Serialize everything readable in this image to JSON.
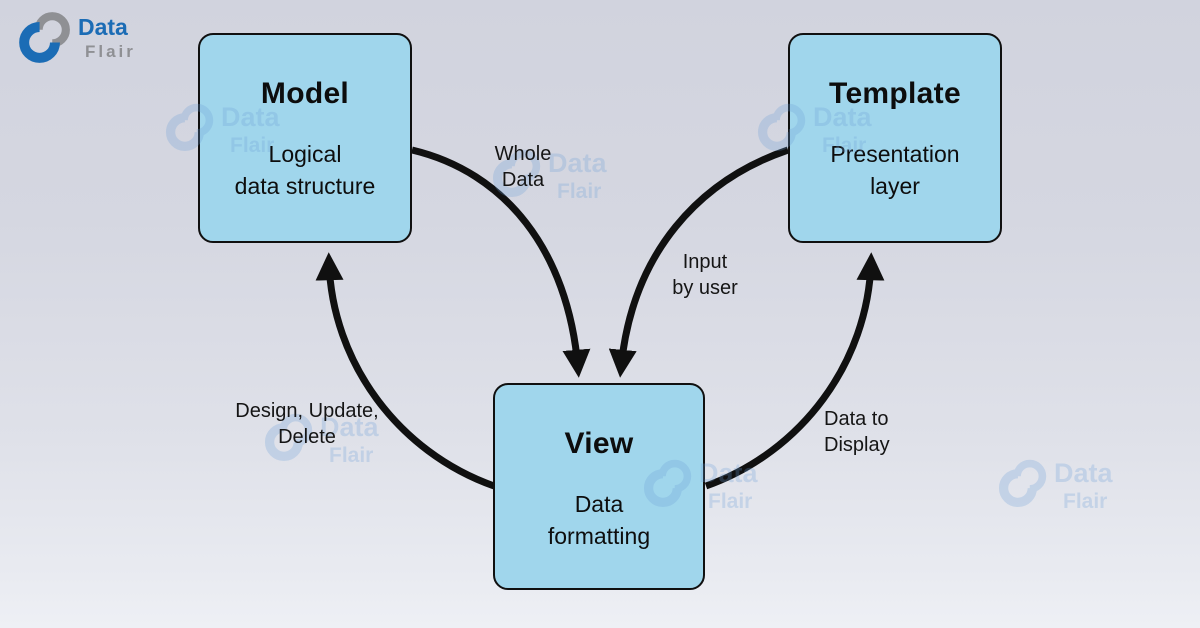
{
  "brand": {
    "data": "Data",
    "flair": "Flair"
  },
  "diagram": {
    "nodes": [
      {
        "id": "model",
        "title": "Model",
        "subtitle": "Logical\ndata structure"
      },
      {
        "id": "template",
        "title": "Template",
        "subtitle": "Presentation\nlayer"
      },
      {
        "id": "view",
        "title": "View",
        "subtitle": "Data\nformatting"
      }
    ],
    "edges": [
      {
        "from": "model",
        "to": "view",
        "label": "Whole\nData"
      },
      {
        "from": "template",
        "to": "view",
        "label": "Input\nby user"
      },
      {
        "from": "view",
        "to": "model",
        "label": "Design, Update,\nDelete"
      },
      {
        "from": "view",
        "to": "template",
        "label": "Data to\nDisplay"
      }
    ]
  },
  "colors": {
    "node_fill": "#a0d6ec",
    "node_border": "#101010",
    "arrow": "#101010",
    "brand_blue": "#1b6cb5",
    "brand_gray": "#8f9094",
    "background_top": "#d1d3de",
    "background_bottom": "#eef0f5"
  }
}
